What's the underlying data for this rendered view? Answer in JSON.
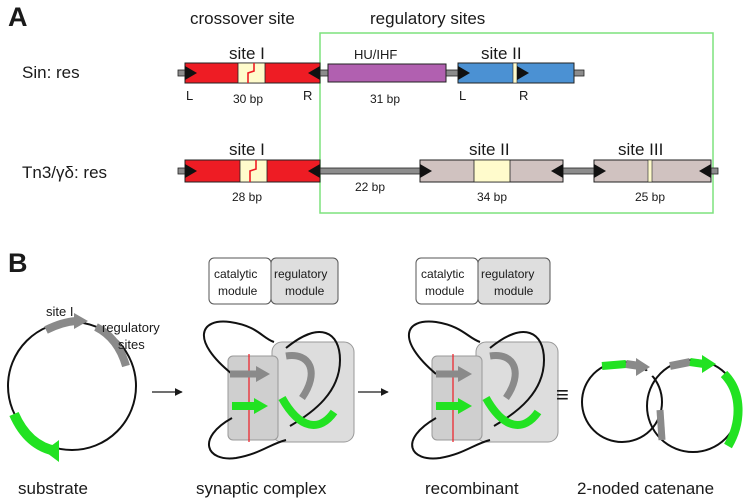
{
  "panel_a": {
    "letter": "A",
    "header_crossover": "crossover site",
    "header_regulatory": "regulatory sites",
    "sin": {
      "label": "Sin:  res",
      "site1": "site I",
      "hu": "HU/IHF",
      "site2": "site II",
      "bp1": "30 bp",
      "bp2": "31 bp",
      "L1": "L",
      "R1": "R",
      "L2": "L",
      "R2": "R"
    },
    "tn3": {
      "label": "Tn3/γδ: res",
      "site1": "site I",
      "site2": "site II",
      "site3": "site III",
      "bp1": "28 bp",
      "bp_link": "22 bp",
      "bp2": "34 bp",
      "bp3": "25 bp"
    }
  },
  "panel_b": {
    "letter": "B",
    "substrate_site": "site I",
    "substrate_reg_1": "regulatory",
    "substrate_reg_2": "sites",
    "module_catalytic_1": "catalytic",
    "module_catalytic_2": "module",
    "module_regulatory_1": "regulatory",
    "module_regulatory_2": "module",
    "equiv": "≡",
    "captions": {
      "substrate": "substrate",
      "synaptic": "synaptic complex",
      "recombinant": "recombinant",
      "catenane": "2-noded catenane"
    }
  },
  "colors": {
    "site_red": "#ee1c24",
    "core_yellow": "#fffbcc",
    "hu_purple": "#b160b0",
    "site_blue": "#4b91d3",
    "site_taupe": "#d0c2c0",
    "green": "#22e222",
    "regulatory_box": "#eeeeee",
    "green_outline": "#7de27d"
  }
}
